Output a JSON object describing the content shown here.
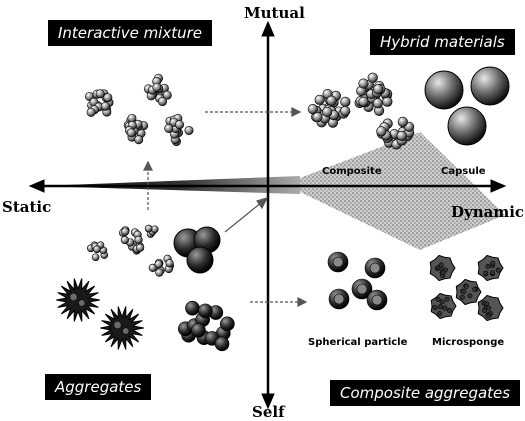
{
  "axes": {
    "top": "Mutual",
    "bottom": "Self",
    "left": "Static",
    "right": "Dynamic"
  },
  "quadrants": {
    "top_left": "Interactive mixture",
    "top_right": "Hybrid materials",
    "bottom_left": "Aggregates",
    "bottom_right": "Composite aggregates"
  },
  "annotations": {
    "composite": "Composite",
    "capsule": "Capsule",
    "spherical_particle": "Spherical particle",
    "microsponge": "Microsponge"
  },
  "colors": {
    "ink": "#000000",
    "wedge": "#3a3a3a",
    "particle_dark": "#2b2b2b",
    "particle_light": "#bdbdbd"
  }
}
